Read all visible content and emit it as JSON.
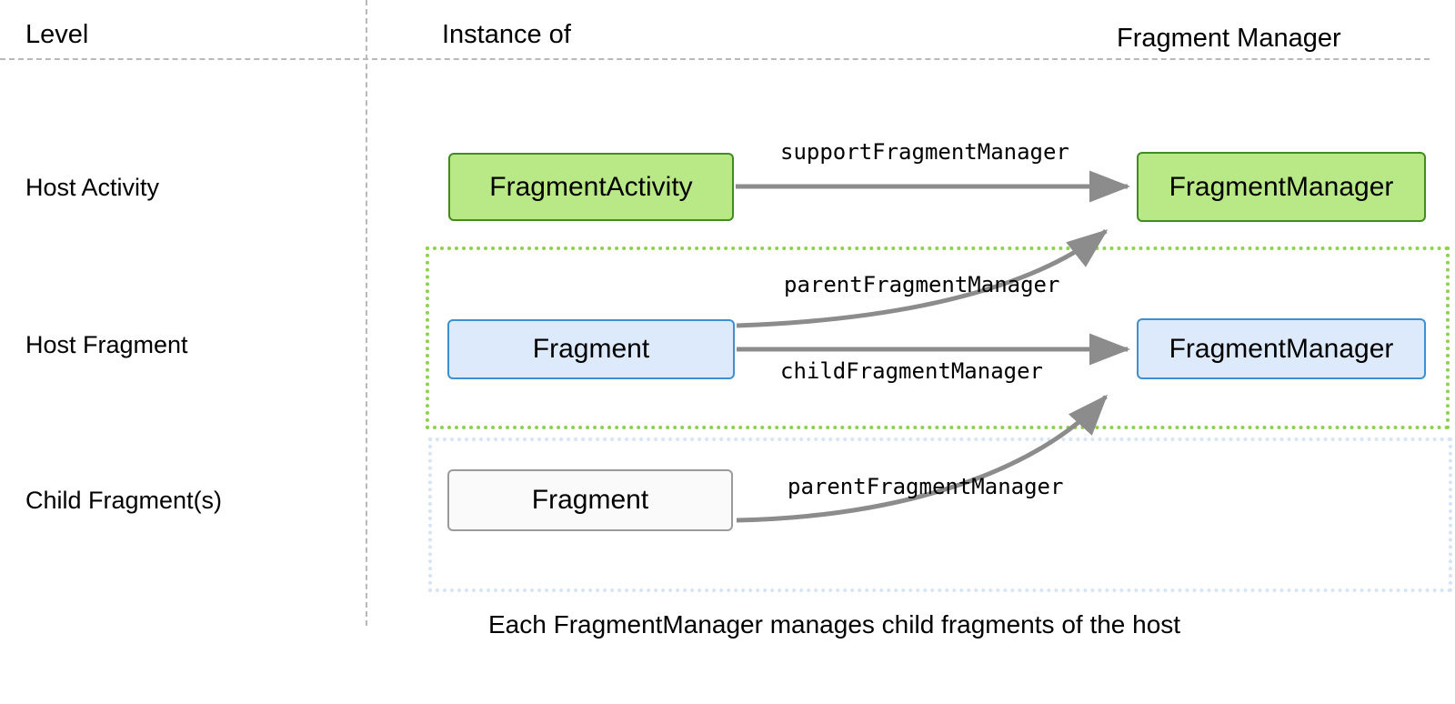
{
  "diagram": {
    "columns": [
      {
        "key": "level",
        "label": "Level"
      },
      {
        "key": "instance_of",
        "label": "Instance of"
      },
      {
        "key": "fragment_manager",
        "label": "Fragment Manager"
      }
    ],
    "rows": [
      {
        "key": "host_activity",
        "label": "Host Activity"
      },
      {
        "key": "host_fragment",
        "label": "Host Fragment"
      },
      {
        "key": "child_fragment",
        "label": "Child Fragment(s)"
      }
    ],
    "nodes": [
      {
        "key": "fragment_activity",
        "label": "FragmentActivity",
        "style": "green"
      },
      {
        "key": "fragment_manager_activity",
        "label": "FragmentManager",
        "style": "green"
      },
      {
        "key": "fragment_host",
        "label": "Fragment",
        "style": "blue"
      },
      {
        "key": "fragment_manager_host",
        "label": "FragmentManager",
        "style": "blue"
      },
      {
        "key": "fragment_child",
        "label": "Fragment",
        "style": "plain"
      }
    ],
    "edges": [
      {
        "key": "support_fragment_manager",
        "label": "supportFragmentManager",
        "from": "fragment_activity",
        "to": "fragment_manager_activity"
      },
      {
        "key": "parent_fragment_manager_host",
        "label": "parentFragmentManager",
        "from": "fragment_host",
        "to": "fragment_manager_activity"
      },
      {
        "key": "child_fragment_manager",
        "label": "childFragmentManager",
        "from": "fragment_host",
        "to": "fragment_manager_host"
      },
      {
        "key": "parent_fragment_manager_child",
        "label": "parentFragmentManager",
        "from": "fragment_child",
        "to": "fragment_manager_host"
      }
    ],
    "groups": [
      {
        "key": "host_fragment_scope",
        "style": "green-dotted"
      },
      {
        "key": "child_fragment_scope",
        "style": "blue-dotted"
      }
    ],
    "caption": "Each FragmentManager manages child fragments of the host",
    "colors": {
      "green_fill": "#b8e986",
      "green_border": "#3f8c1f",
      "blue_fill": "#ddeafc",
      "blue_border": "#3f8fd1",
      "plain_fill": "#fafafa",
      "plain_border": "#9b9b9b",
      "arrow": "#8c8c8c",
      "rule": "#b9b9b9",
      "group_green": "#8fd14f",
      "group_blue": "#d6e4f7",
      "text": "#000000",
      "background": "#ffffff"
    }
  }
}
